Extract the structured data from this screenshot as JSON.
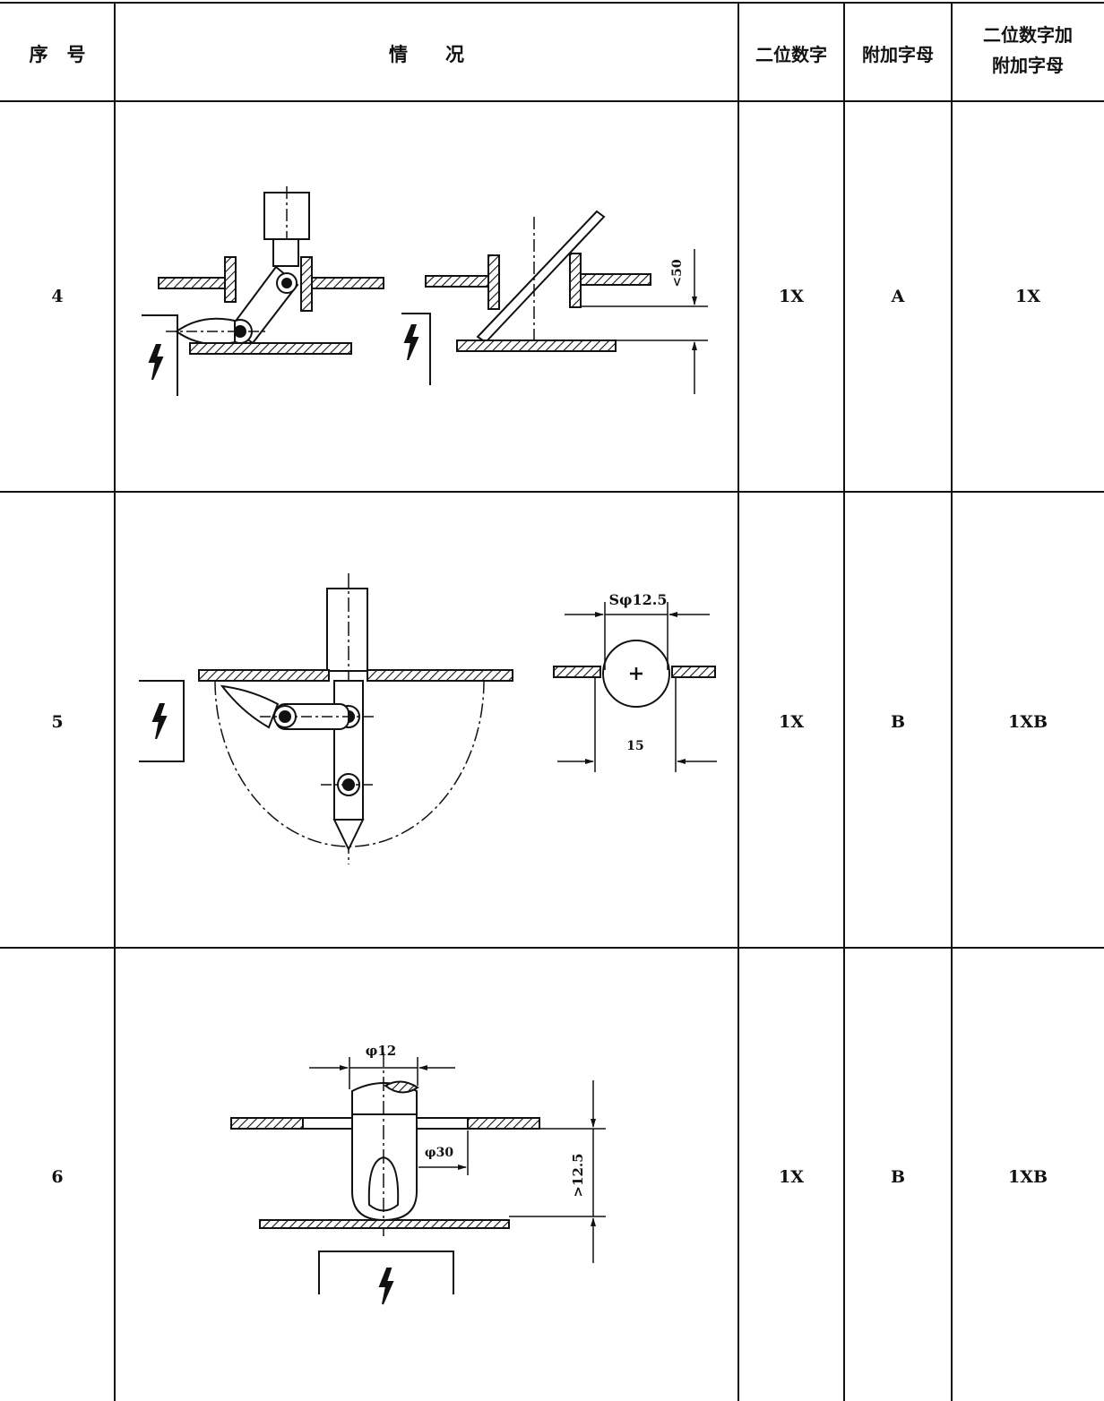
{
  "header": {
    "col_no": "序　号",
    "col_situation": "情　　况",
    "col_two_digit": "二位数字",
    "col_letter": "附加字母",
    "col_combined_line1": "二位数字加",
    "col_combined_line2": "附加字母"
  },
  "rows": [
    {
      "no": "4",
      "two_digit": "1X",
      "letter": "A",
      "combined": "1X",
      "dims": {
        "gap": "<50"
      }
    },
    {
      "no": "5",
      "two_digit": "1X",
      "letter": "B",
      "combined": "1XB",
      "dims": {
        "sphere": "Sφ12.5",
        "width": "15"
      }
    },
    {
      "no": "6",
      "two_digit": "1X",
      "letter": "B",
      "combined": "1XB",
      "dims": {
        "diameter_small": "φ12",
        "diameter_large": "φ30",
        "depth": ">12.5"
      }
    }
  ],
  "icons": [
    "lightning-symbol-icon"
  ]
}
